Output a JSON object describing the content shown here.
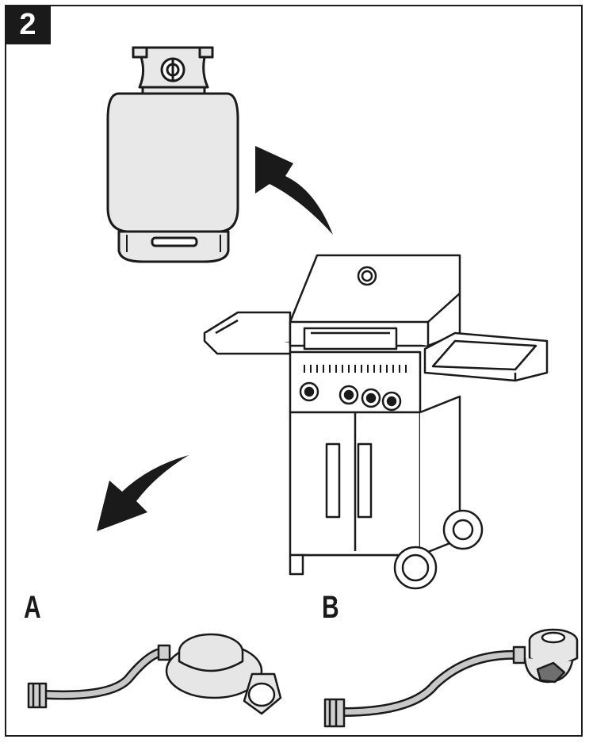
{
  "step": {
    "number": "2"
  },
  "options": [
    {
      "label": "A",
      "icon": "low-pressure-regulator-hose"
    },
    {
      "label": "B",
      "icon": "clip-on-regulator-hose"
    }
  ],
  "illustrations": {
    "cylinder": "gas-cylinder-icon",
    "grill": "gas-grill-icon",
    "arrow_up": "arrow-up-left-icon",
    "arrow_down": "arrow-down-left-icon"
  },
  "colors": {
    "line": "#1a1a1a",
    "cylinder_fill": "#e8e8e8",
    "hose": "#c8c8c8",
    "regulator": "#e6e6e6"
  }
}
